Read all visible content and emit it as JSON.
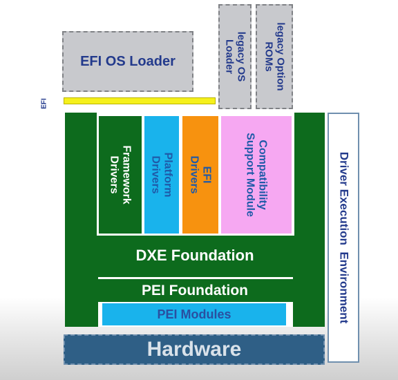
{
  "top": {
    "efi_os_loader": "EFI OS Loader",
    "legacy_os_loader": "legacy OS\nLoader",
    "legacy_option_roms": "legacy Option\nROMs",
    "efi_side_label": "EFI"
  },
  "drivers": {
    "framework": "Framework\nDrivers",
    "platform": "Platform\nDrivers",
    "efi": "EFI\nDrivers",
    "csm": "Compatibility\nSupport Module"
  },
  "foundations": {
    "dxe": "DXE Foundation",
    "pei": "PEI Foundation",
    "pei_modules": "PEI Modules"
  },
  "hardware": "Hardware",
  "dxe_environment": "Driver Execution  Environment",
  "colors": {
    "green": "#0d6b1d",
    "cyan": "#19b3ec",
    "orange": "#f7920f",
    "pink": "#f6a8f2",
    "yellow": "#f5f01c",
    "hardware_blue": "#2f5f86",
    "grey": "#c8c9cd"
  }
}
